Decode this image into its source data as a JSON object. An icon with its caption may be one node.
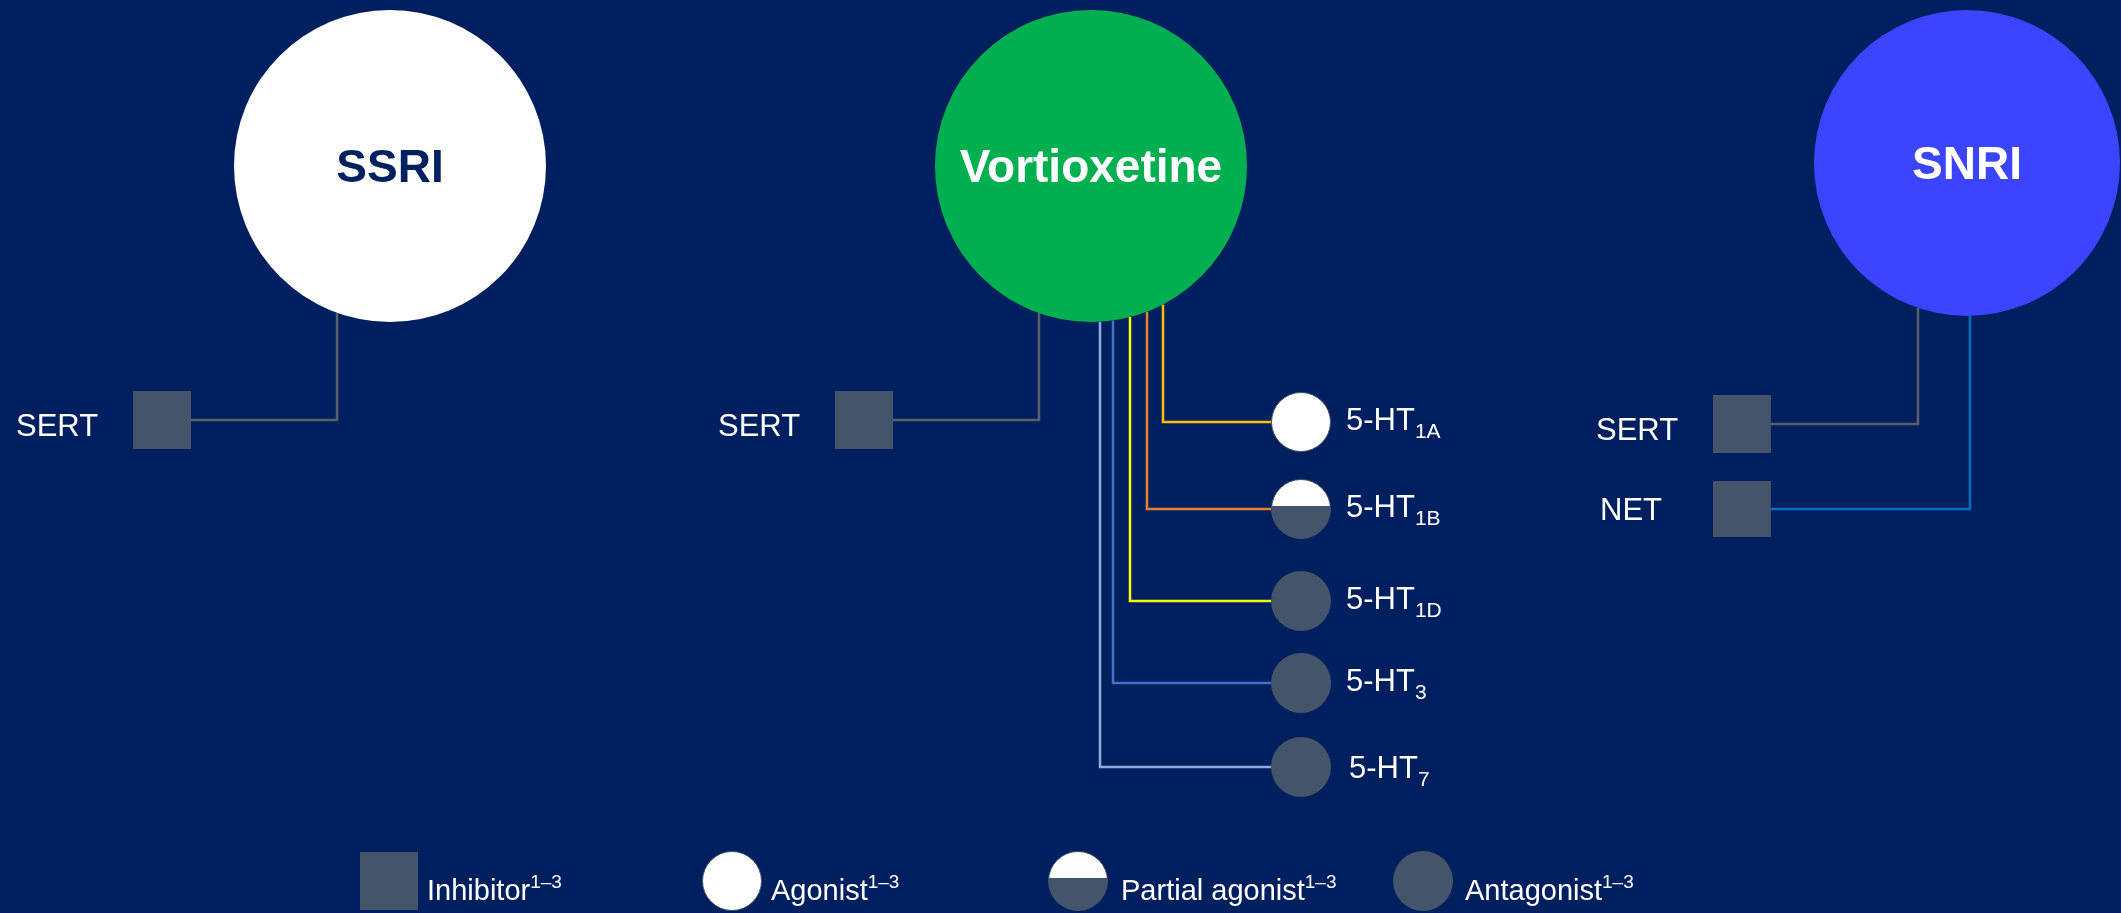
{
  "diagram": {
    "nodes": [
      {
        "text": [
          "SSRI"
        ]
      },
      {
        "text": [],
        "shape": "box",
        "beside": [
          "SERT"
        ]
      },
      {
        "text": [
          "Vortioxetine"
        ]
      },
      {
        "text": [],
        "shape": "box",
        "beside": [
          "SERT"
        ]
      },
      {
        "text": [],
        "shape": "circle",
        "beside": [
          "5-HT$_{1A}$"
        ]
      },
      {
        "text": [],
        "shape": "circle",
        "beside": [
          "5-HT$_{1B}$"
        ]
      },
      {
        "text": [],
        "shape": "circle",
        "beside": [
          "5-HT$_{1D}$"
        ]
      },
      {
        "text": [],
        "shape": "circle",
        "beside": [
          "5-HT$_{3}$"
        ]
      },
      {
        "text": [],
        "shape": "circle",
        "beside": [
          "5-HT$_{7}$"
        ]
      },
      {
        "text": [
          "SNRI"
        ]
      },
      {
        "text": [],
        "shape": "box",
        "beside": [
          "SERT"
        ]
      },
      {
        "text": [],
        "shape": "box",
        "beside": [
          "NET"
        ]
      }
    ],
    "edges": [
      {
        "from": 0,
        "to": 1,
        "arrow": "none"
      },
      {
        "from": 2,
        "to": 3,
        "arrow": "none"
      },
      {
        "from": 2,
        "to": 4,
        "arrow": "none",
        "color": "#ffc000"
      },
      {
        "from": 2,
        "to": 5,
        "arrow": "none",
        "color": "#ed7d31"
      },
      {
        "from": 2,
        "to": 6,
        "arrow": "none",
        "color": "#ffff00"
      },
      {
        "from": 2,
        "to": 7,
        "arrow": "none",
        "color": "#4472c4"
      },
      {
        "from": 2,
        "to": 8,
        "arrow": "none",
        "color": "#8faadc"
      },
      {
        "from": 9,
        "to": 10,
        "arrow": "none"
      },
      {
        "from": 9,
        "to": 11,
        "arrow": "none",
        "color": "#0070c0"
      }
    ],
    "legend": [
      {
        "text": "Inhibitor$^{1–3}$"
      },
      {
        "text": "Agonist$^{1–3}$"
      },
      {
        "text": "Partial agonist$^{1–3}$"
      },
      {
        "text": "Antagonist$^{1–3}$"
      }
    ]
  }
}
